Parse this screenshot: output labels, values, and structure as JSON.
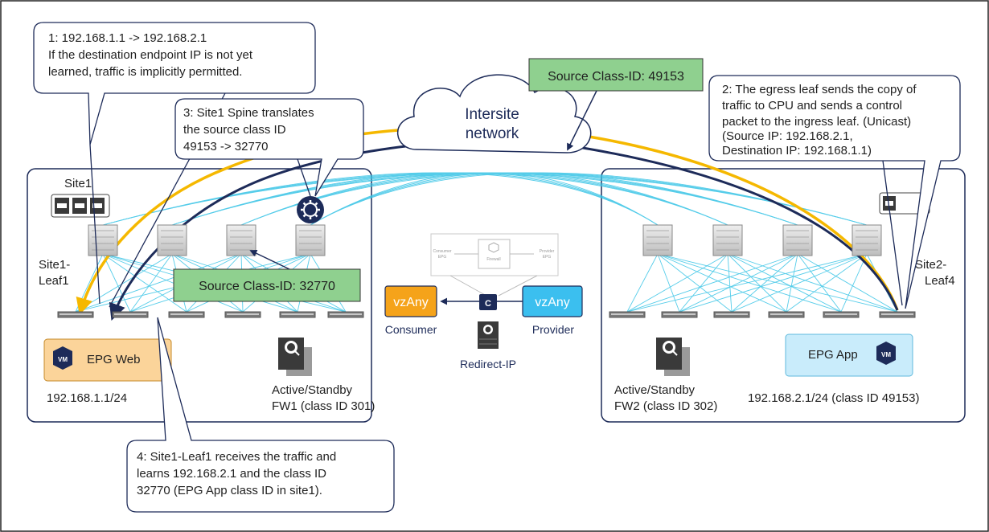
{
  "callouts": {
    "c1": [
      "1: 192.168.1.1 -> 192.168.2.1",
      "If the destination endpoint IP is not yet",
      "learned, traffic is implicitly permitted."
    ],
    "c2": [
      "2: The egress leaf sends the copy of",
      "traffic to CPU and sends a control",
      "packet to the ingress leaf. (Unicast)",
      "(Source IP: 192.168.2.1,",
      "Destination IP: 192.168.1.1)"
    ],
    "c3": [
      "3: Site1 Spine translates",
      "the source class ID",
      "49153 -> 32770"
    ],
    "c4": [
      "4: Site1-Leaf1 receives the traffic and",
      "learns 192.168.2.1 and the class ID",
      "32770 (EPG App class ID in site1)."
    ]
  },
  "cloud": [
    "Intersite",
    "network"
  ],
  "tags": {
    "source_top": "Source Class-ID: 49153",
    "source_mid": "Source Class-ID: 32770"
  },
  "site1": {
    "title": "Site1",
    "leaf": [
      "Site1-",
      "Leaf1"
    ],
    "epg": "EPG Web",
    "ip": "192.168.1.1/24",
    "fw": [
      "Active/Standby",
      "FW1 (class ID 301)"
    ]
  },
  "site2": {
    "leaf": [
      "Site2-",
      "Leaf4"
    ],
    "epg": "EPG App",
    "ip": "192.168.2.1/24 (class ID 49153)",
    "fw": [
      "Active/Standby",
      "FW2 (class ID 302)"
    ]
  },
  "contract": {
    "consumer_box": "vzAny",
    "provider_box": "vzAny",
    "contract_badge": "C",
    "consumer": "Consumer",
    "provider": "Provider",
    "redirect": "Redirect-IP",
    "mini_consumer": [
      "Consumer",
      "EPG"
    ],
    "mini_firewall": "Firewall",
    "mini_provider": [
      "Provider",
      "EPG"
    ]
  },
  "vm_badge": "VM",
  "colors": {
    "navy": "#1d2b59",
    "cyan": "#38c4e6",
    "gold": "#f5b800",
    "green_tag": "#8fd08f",
    "orange_box": "#f5a31a",
    "blue_box": "#3bbfef",
    "epg_web_bg": "#fbd49a",
    "epg_app_bg": "#c9ecfb"
  }
}
